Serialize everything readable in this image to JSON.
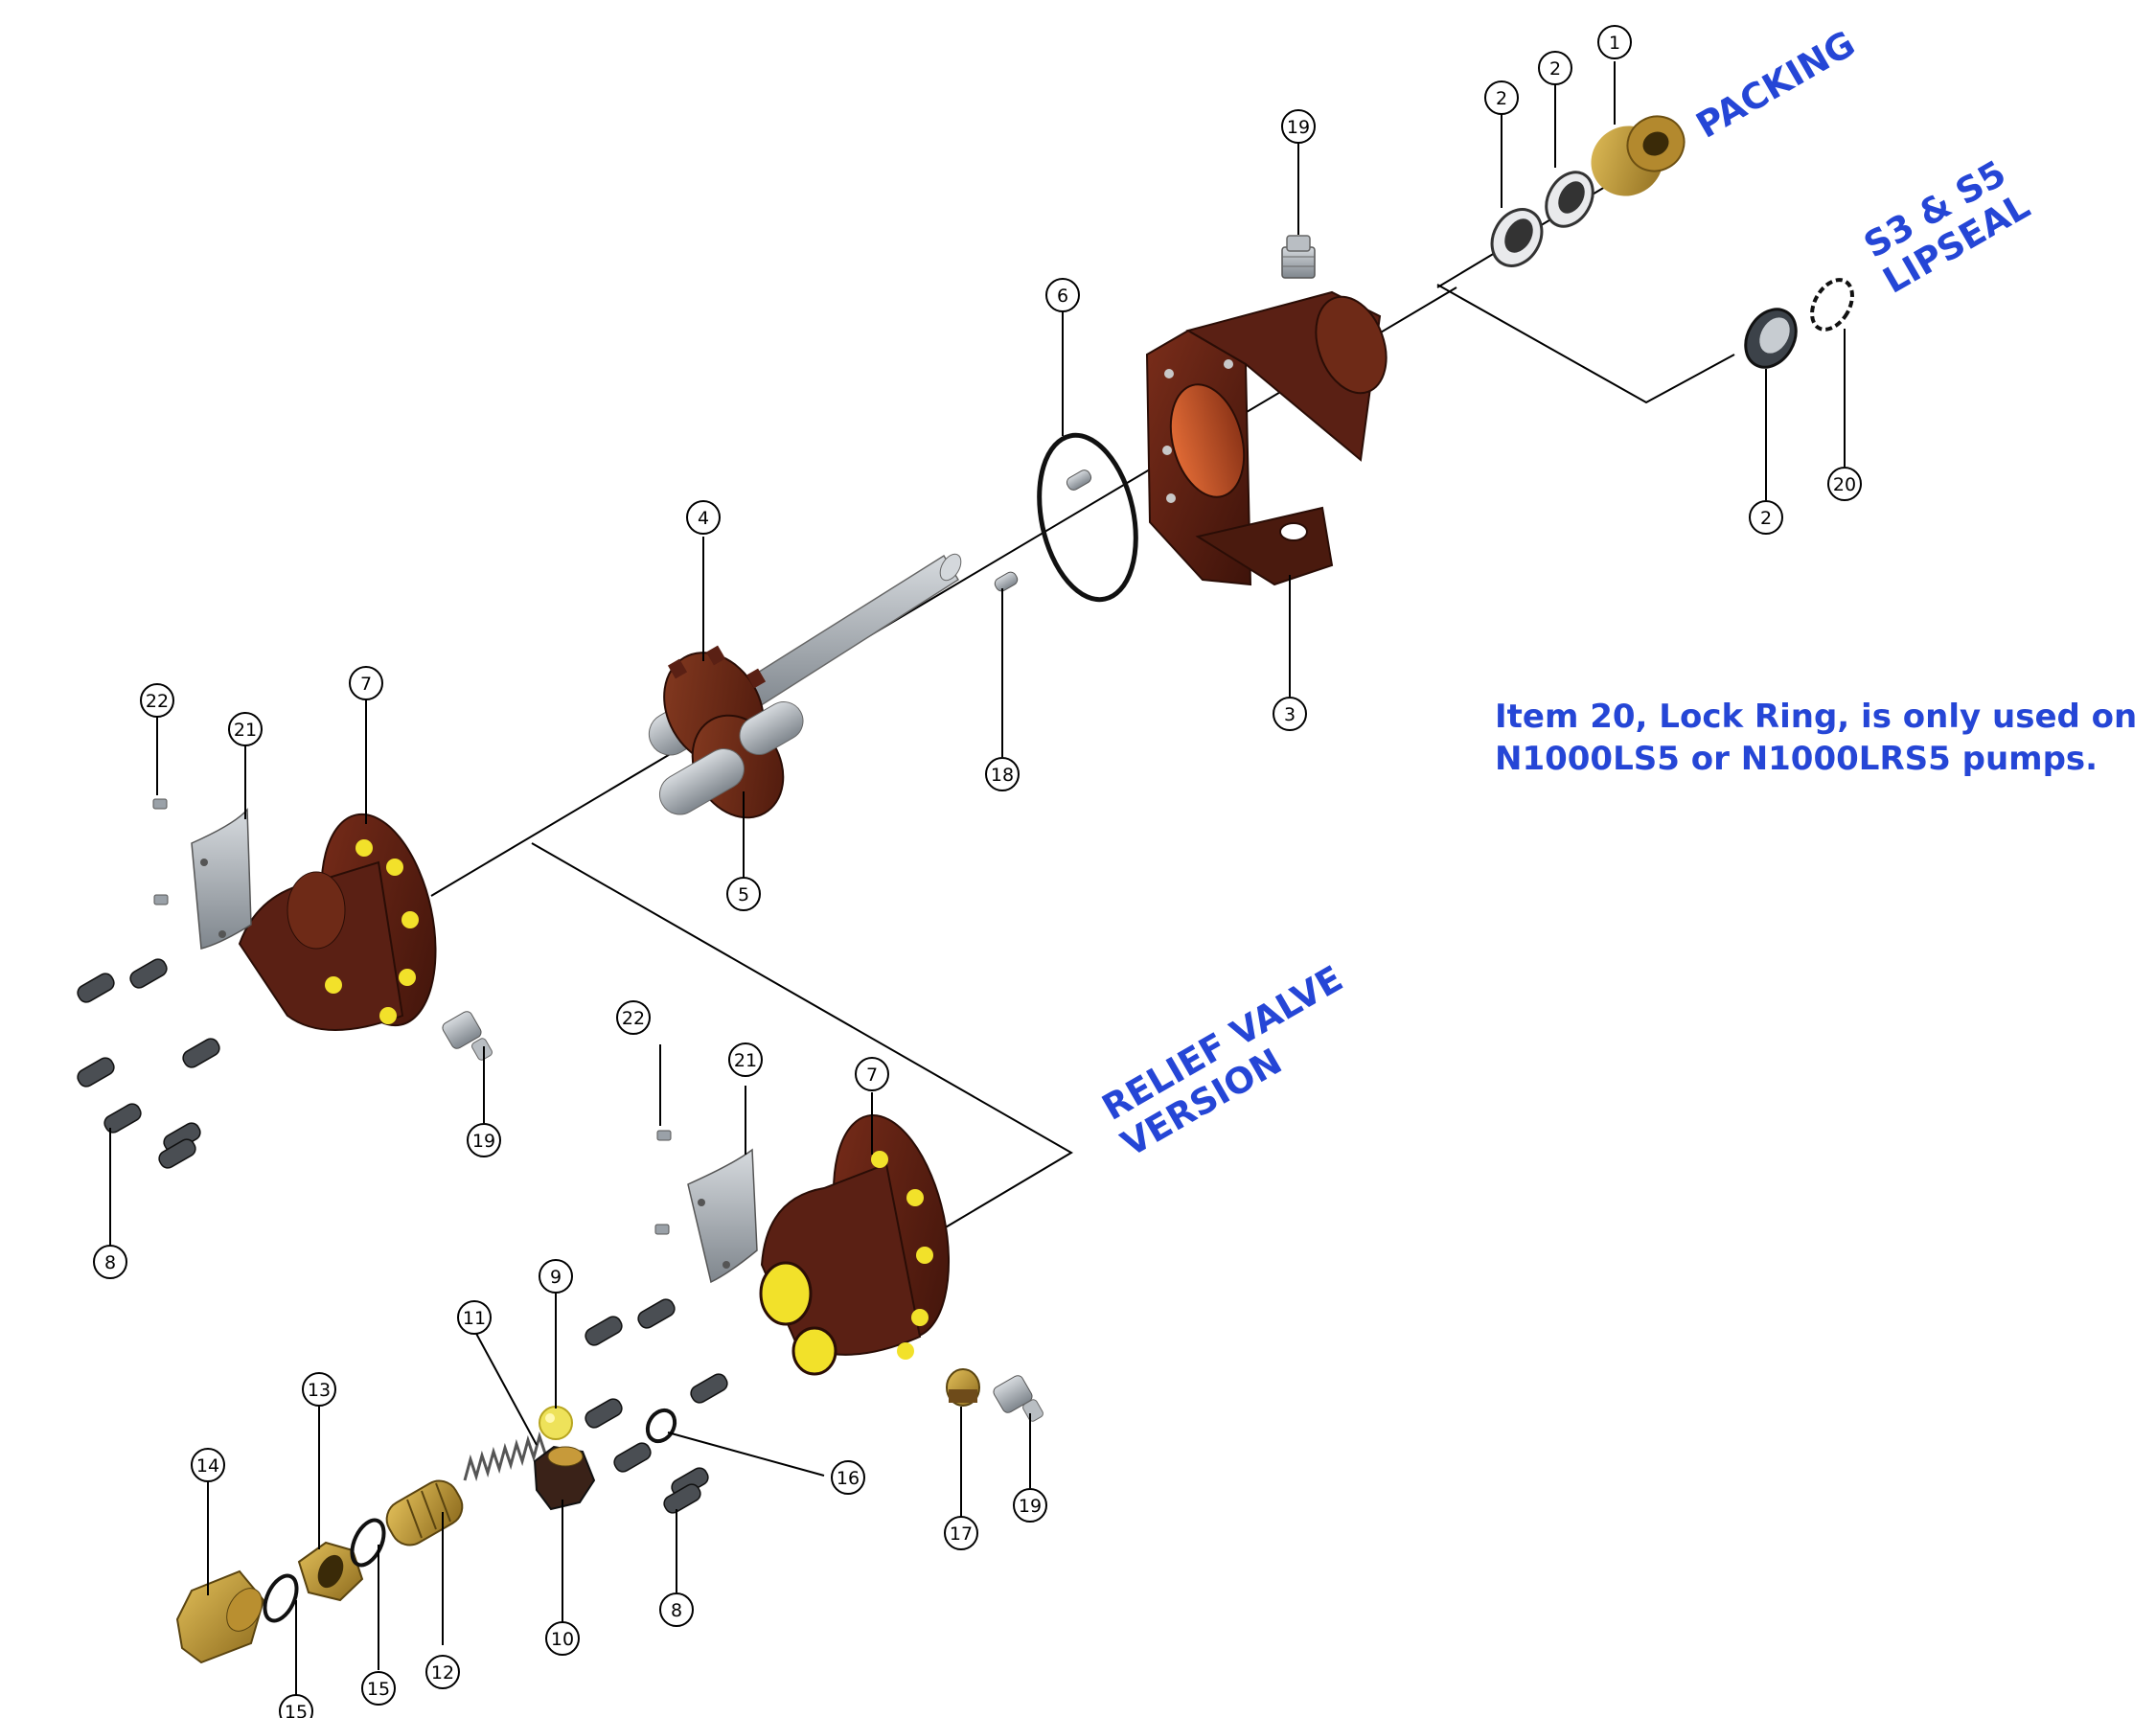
{
  "labels": {
    "packing": "PACKING",
    "lipseal_line1": "S3 & S5",
    "lipseal_line2": "LIPSEAL",
    "relief_line1": "RELIEF VALVE",
    "relief_line2": "VERSION"
  },
  "note": {
    "line1": "Item 20, Lock Ring, is only used on",
    "line2": "N1000LS5 or N1000LRS5 pumps."
  },
  "callouts": [
    "1",
    "2",
    "2",
    "2",
    "19",
    "6",
    "3",
    "20",
    "4",
    "18",
    "5",
    "22",
    "21",
    "7",
    "19",
    "8",
    "22",
    "21",
    "7",
    "9",
    "11",
    "16",
    "13",
    "14",
    "12",
    "15",
    "15",
    "10",
    "8",
    "17",
    "19"
  ],
  "colors": {
    "accent_blue": "#2546d6",
    "casting": "#5a2014",
    "casting_highlight": "#b8512b",
    "brass": "#c49a3c",
    "steel": "#9aa1a8",
    "yellow": "#f2e12a"
  }
}
